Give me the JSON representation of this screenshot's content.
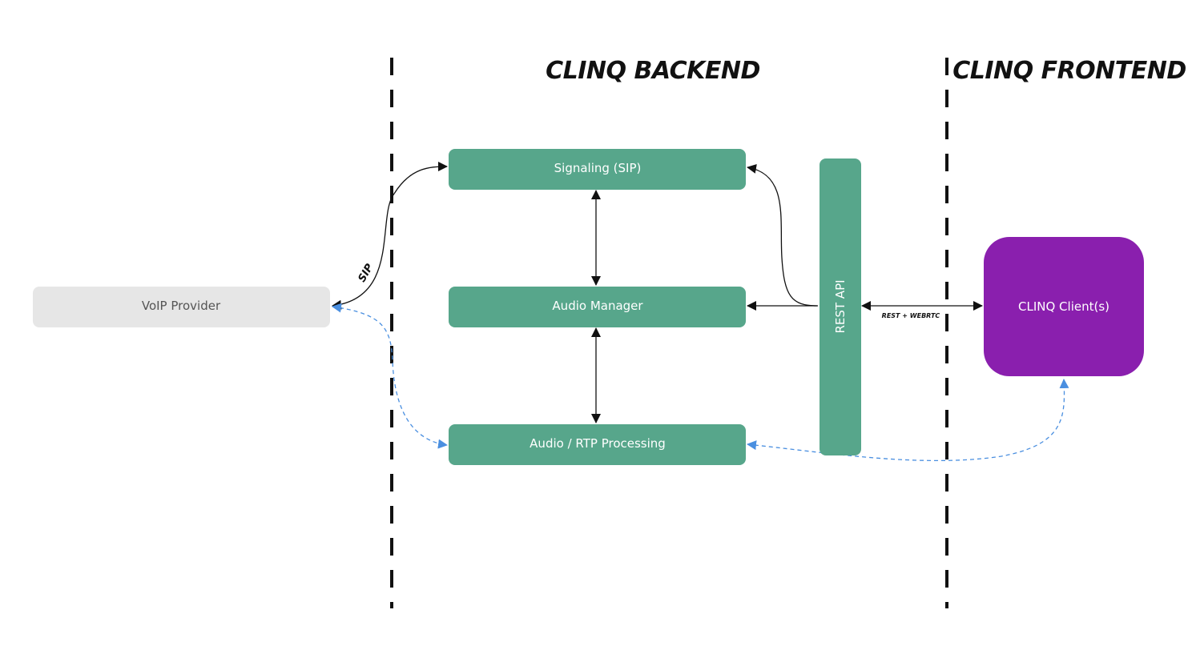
{
  "sections": {
    "backend_title": "CLINQ BACKEND",
    "frontend_title": "CLINQ FRONTEND"
  },
  "nodes": {
    "voip_provider": "VoIP Provider",
    "signaling": "Signaling (SIP)",
    "audio_manager": "Audio Manager",
    "audio_rtp": "Audio / RTP Processing",
    "rest_api": "REST API",
    "clinq_client": "CLINQ Client(s)"
  },
  "edges": {
    "sip_label": "SIP",
    "rest_webrtc_label": "REST + WEBRTC"
  },
  "colors": {
    "backend_node": "#57a68b",
    "client_node": "#8a1fae",
    "provider_node": "#e6e6e6",
    "signal_line": "#111111",
    "media_line": "#4a8fe0"
  }
}
